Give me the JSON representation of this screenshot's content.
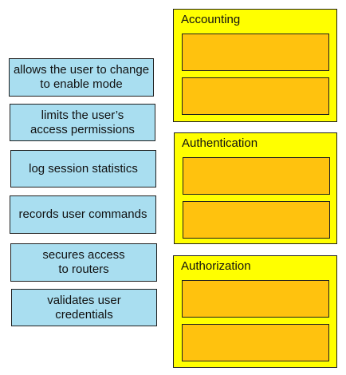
{
  "options": [
    {
      "label": "allows the user to change\nto enable mode"
    },
    {
      "label": "limits the user’s\naccess permissions"
    },
    {
      "label": "log session statistics"
    },
    {
      "label": "records user commands"
    },
    {
      "label": "secures access\nto routers"
    },
    {
      "label": "validates user\ncredentials"
    }
  ],
  "groups": [
    {
      "title": "Accounting"
    },
    {
      "title": "Authentication"
    },
    {
      "title": "Authorization"
    }
  ],
  "colors": {
    "option_bg": "#a9def0",
    "group_bg": "#ffff00",
    "slot_bg": "#ffc20e",
    "border": "#1f1f1f"
  }
}
